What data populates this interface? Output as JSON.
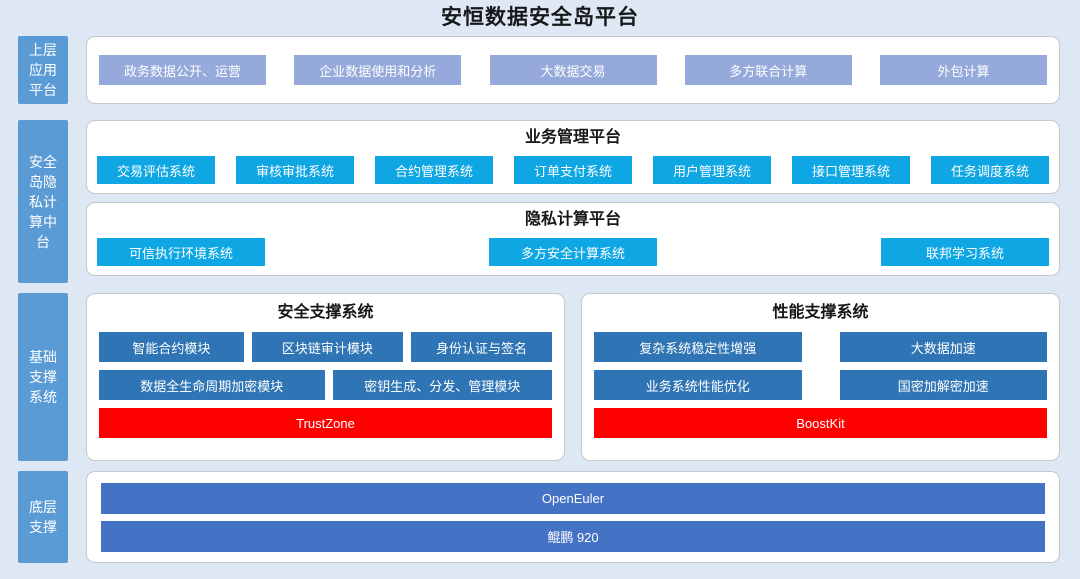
{
  "title": "安恒数据安全岛平台",
  "colors": {
    "background": "#dee8f5",
    "sidebar": "#5b9bd5",
    "app_chip": "#95a9db",
    "platform_chip": "#0fa6e4",
    "module_chip": "#2f75b5",
    "accent_red": "#fe0000",
    "bottom_bar": "#4472c4",
    "card_bg": "#ffffff",
    "card_border": "#c6c8ca"
  },
  "bands": {
    "application": {
      "label": "上层应用平台",
      "chips": [
        "政务数据公开、运营",
        "企业数据使用和分析",
        "大数据交易",
        "多方联合计算",
        "外包计算"
      ]
    },
    "middle": {
      "label": "安全岛隐私计算中台",
      "business": {
        "title": "业务管理平台",
        "chips": [
          "交易评估系统",
          "审核审批系统",
          "合约管理系统",
          "订单支付系统",
          "用户管理系统",
          "接口管理系统",
          "任务调度系统"
        ]
      },
      "privacy": {
        "title": "隐私计算平台",
        "chips": [
          "可信执行环境系统",
          "多方安全计算系统",
          "联邦学习系统"
        ]
      }
    },
    "base": {
      "label": "基础支撑系统",
      "security": {
        "title": "安全支撑系统",
        "row1": [
          "智能合约模块",
          "区块链审计模块",
          "身份认证与签名"
        ],
        "row2": [
          "数据全生命周期加密模块",
          "密钥生成、分发、管理模块"
        ],
        "highlight": "TrustZone"
      },
      "performance": {
        "title": "性能支撑系统",
        "row1": [
          "复杂系统稳定性增强",
          "大数据加速"
        ],
        "row2": [
          "业务系统性能优化",
          "国密加解密加速"
        ],
        "highlight": "BoostKit"
      }
    },
    "bottom": {
      "label": "底层支撑",
      "bars": [
        "OpenEuler",
        "鲲鹏 920"
      ]
    }
  }
}
